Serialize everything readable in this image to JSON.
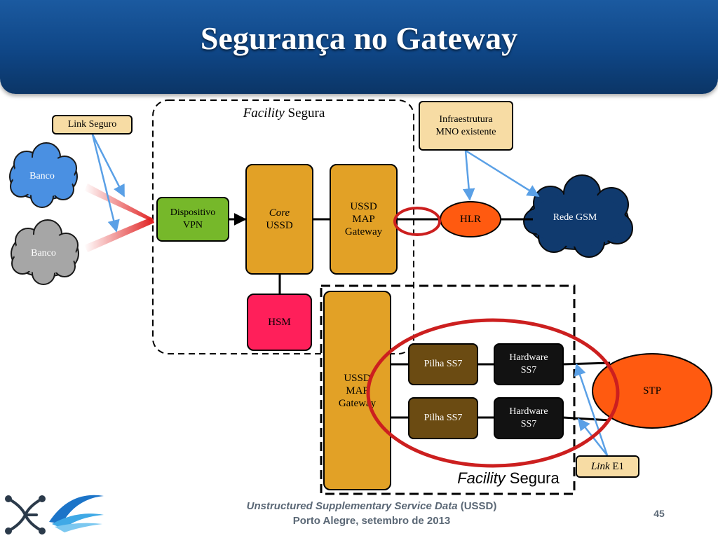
{
  "slide": {
    "title": "Segurança no Gateway",
    "page_number": "45"
  },
  "footer": {
    "line1_italic": "Unstructured Supplementary Service Data",
    "line1_rest": " (USSD)",
    "line2": "Porto Alegre, setembro de 2013"
  },
  "labels": {
    "facility_top_italic": "Facility",
    "facility_top_rest": " Segura",
    "facility_bottom_italic": "Facility",
    "facility_bottom_rest": " Segura",
    "link_seguro": "Link Seguro",
    "infra_line1": "Infraestrutura",
    "infra_line2": "MNO existente",
    "link_e1_italic": "Link",
    "link_e1_rest": " E1"
  },
  "nodes": {
    "banco_blue": "Banco",
    "banco_gray": "Banco",
    "vpn_line1": "Dispositivo",
    "vpn_line2": "VPN",
    "core_italic": "Core",
    "core_rest": "USSD",
    "gw_top_line1": "USSD",
    "gw_top_line2": "MAP",
    "gw_top_line3": "Gateway",
    "hsm": "HSM",
    "hlr": "HLR",
    "rede_gsm": "Rede GSM",
    "gw_bottom_line1": "USSD",
    "gw_bottom_line2": "MAP",
    "gw_bottom_line3": "Gateway",
    "pilha1": "Pilha SS7",
    "pilha2": "Pilha SS7",
    "hw1_line1": "Hardware",
    "hw1_line2": "SS7",
    "hw2_line1": "Hardware",
    "hw2_line2": "SS7",
    "stp": "STP"
  },
  "colors": {
    "header": "#0f4686",
    "banco_blue": "#4a90e2",
    "banco_gray": "#a6a6a6",
    "vpn": "#76b82a",
    "gold": "#e2a126",
    "hsm": "#ff1f5a",
    "hlr": "#ff5a10",
    "rede_gsm": "#103a6e",
    "stp": "#ff5a10",
    "highlight": "#cc1f1f",
    "arrow": "#5aa0e6"
  }
}
